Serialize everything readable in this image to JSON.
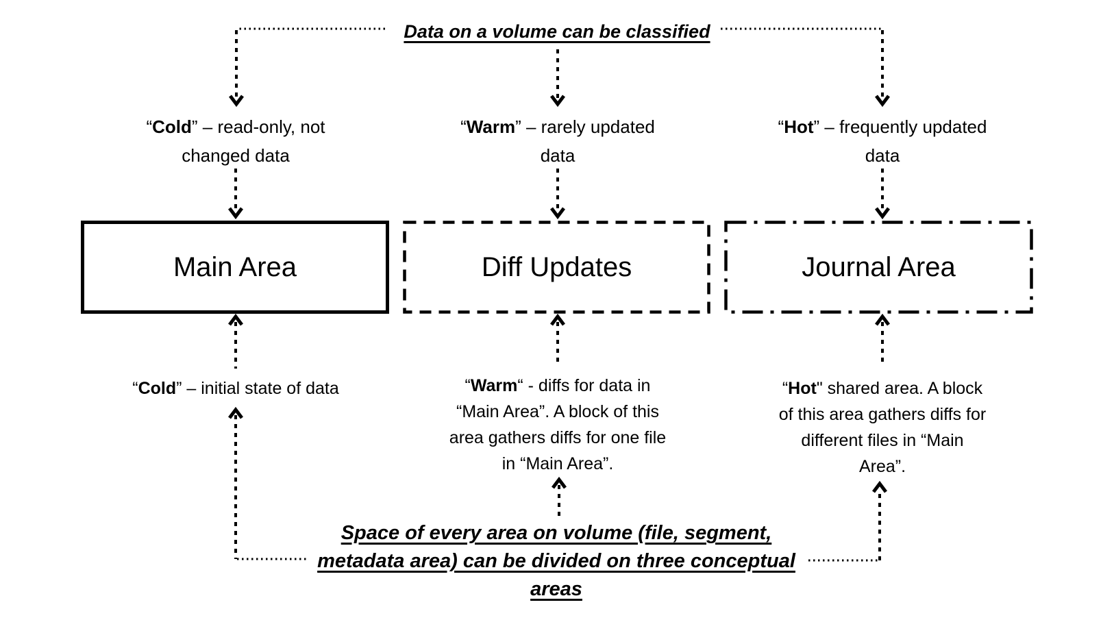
{
  "colors": {
    "ink": "#000000",
    "background": "#ffffff"
  },
  "top_note": "Data on a volume can be classified",
  "bottom_note": "Space of every area on volume (file, segment, metadata area) can be divided on three conceptual areas",
  "classifications": [
    {
      "pre": "“",
      "term": "Cold",
      "rest": "” – read-only, not changed data"
    },
    {
      "pre": "“",
      "term": "Warm",
      "rest": "” – rarely updated data"
    },
    {
      "pre": "“",
      "term": "Hot",
      "rest": "” – frequently updated data"
    }
  ],
  "areas": [
    {
      "label": "Main Area",
      "border": "solid"
    },
    {
      "label": "Diff Updates",
      "border": "dashed"
    },
    {
      "label": "Journal Area",
      "border": "dash-dot"
    }
  ],
  "area_notes": [
    {
      "pre": "“",
      "term": "Cold",
      "rest": "” – initial state of data"
    },
    {
      "pre": "“",
      "term": "Warm",
      "rest": "“ - diffs for data in “Main Area”. A block of this area gathers diffs for one file in “Main Area”."
    },
    {
      "pre": "“",
      "term": "Hot",
      "rest": "\" shared area. A block of this area gathers diffs for different files in “Main Area”."
    }
  ]
}
